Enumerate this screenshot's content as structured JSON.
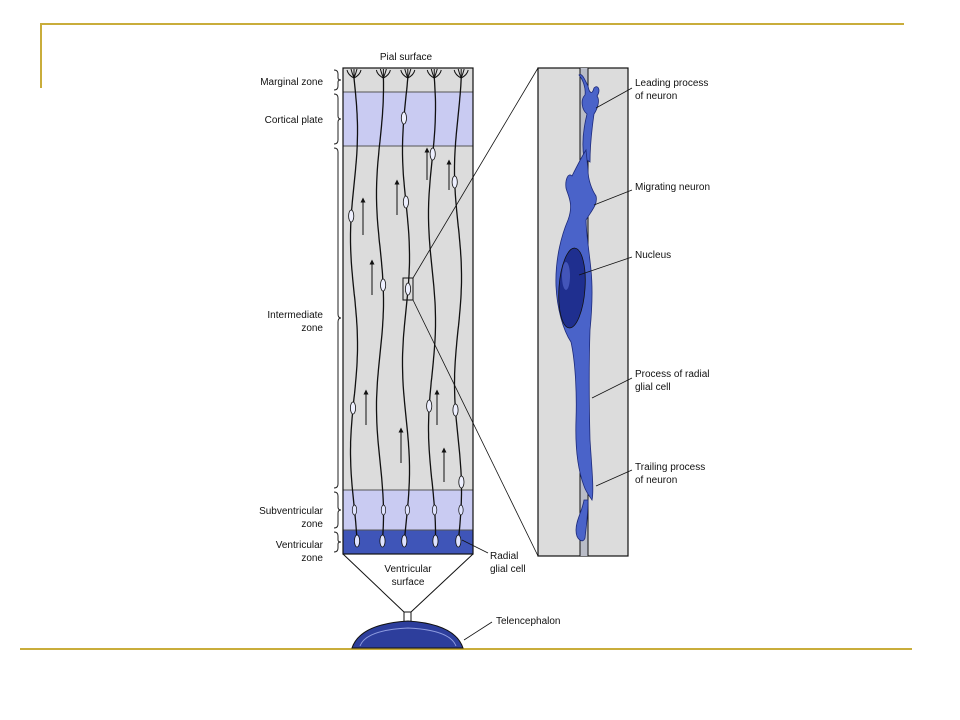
{
  "colors": {
    "frame_gold": "#c9ad3b",
    "zone_light": "#c9cbf2",
    "zone_ventricular": "#3f55b8",
    "intermediate_gray": "#dcdcdc",
    "neuron_blue": "#4a63c9",
    "nucleus_dark": "#1f2f8f",
    "line": "#111111"
  },
  "labels": {
    "pial_surface": "Pial surface",
    "marginal_zone": "Marginal zone",
    "cortical_plate": "Cortical plate",
    "intermediate_zone_1": "Intermediate",
    "intermediate_zone_2": "zone",
    "subventricular_zone_1": "Subventricular",
    "subventricular_zone_2": "zone",
    "ventricular_zone_1": "Ventricular",
    "ventricular_zone_2": "zone",
    "ventricular_surface_1": "Ventricular",
    "ventricular_surface_2": "surface",
    "radial_glial_cell_1": "Radial",
    "radial_glial_cell_2": "glial cell",
    "telencephalon": "Telencephalon",
    "leading_process_1": "Leading process",
    "leading_process_2": "of neuron",
    "migrating_neuron": "Migrating neuron",
    "nucleus": "Nucleus",
    "process_radial_glial_1": "Process of radial",
    "process_radial_glial_2": "glial cell",
    "trailing_process_1": "Trailing process",
    "trailing_process_2": "of neuron"
  }
}
